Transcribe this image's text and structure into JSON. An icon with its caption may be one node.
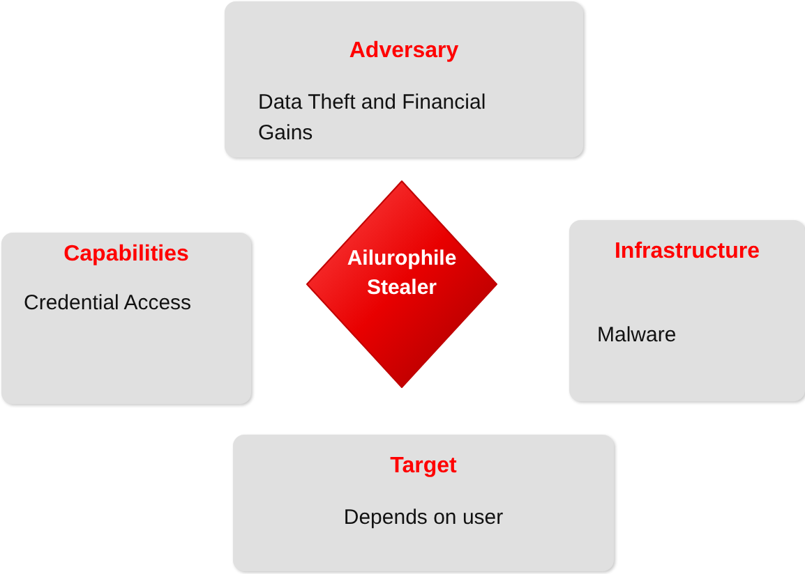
{
  "diagram": {
    "nodes": [
      {
        "text": [
          "Adversary",
          "Data Theft and Financial Gains"
        ]
      },
      {
        "text": [
          "Capabilities",
          "Credential Access"
        ]
      },
      {
        "text": [
          "Ailurophile Stealer"
        ]
      },
      {
        "text": [
          "Infrastructure",
          "Malware"
        ]
      },
      {
        "text": [
          "Target",
          "Depends on user"
        ]
      }
    ]
  }
}
